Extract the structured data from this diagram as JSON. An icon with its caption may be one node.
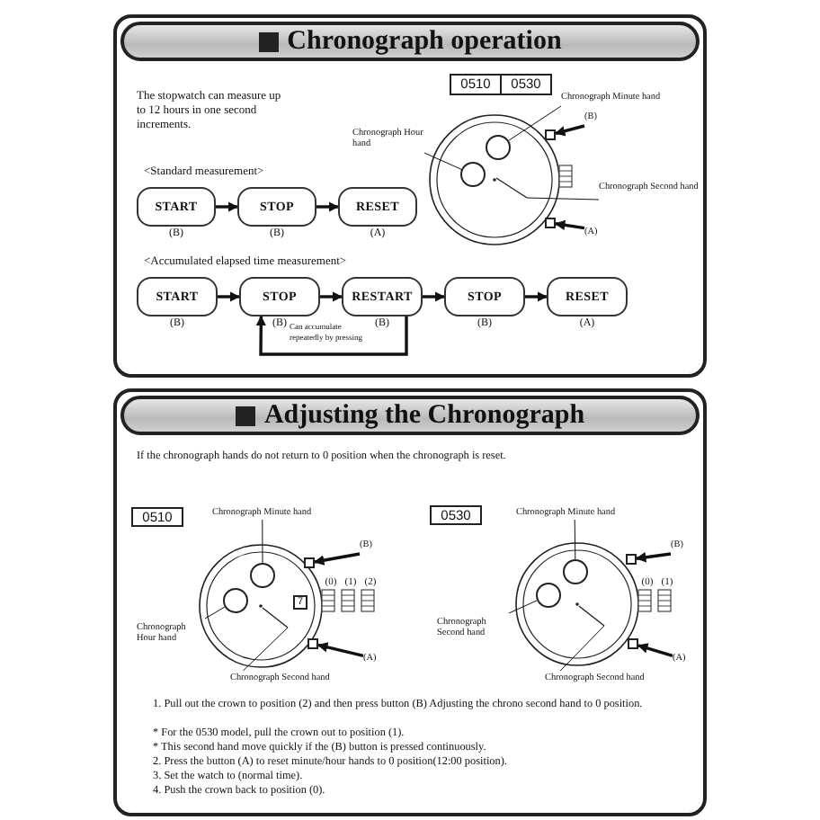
{
  "diagram": {
    "nodes": [
      {
        "text": [
          "Chronograph operation"
        ]
      },
      {
        "text": [
          "0510",
          "0530"
        ],
        "in": 0
      },
      {
        "text": [],
        "shape": "circle",
        "in": 0
      },
      {
        "text": [],
        "shape": "circle",
        "in": 0
      },
      {
        "text": [],
        "shape": "box",
        "in": 0
      },
      {
        "text": [],
        "shape": "box",
        "in": 0
      },
      {
        "text": [
          "Chronograph Minute hand"
        ],
        "in": 0
      },
      {
        "text": [
          "Chronograph Hour hand"
        ],
        "in": 0
      },
      {
        "text": [
          "Chronograph Second hand"
        ],
        "in": 0
      },
      {
        "text": [
          "(B)"
        ],
        "in": 0
      },
      {
        "text": [
          "(A)"
        ],
        "in": 0
      },
      {
        "text": [
          "START"
        ],
        "beside": [
          "(B)"
        ],
        "in": 0
      },
      {
        "text": [
          "STOP"
        ],
        "beside": [
          "(B)"
        ],
        "in": 0
      },
      {
        "text": [
          "RESET"
        ],
        "beside": [
          "(A)"
        ],
        "in": 0
      },
      {
        "text": [
          "START"
        ],
        "beside": [
          "(B)"
        ],
        "in": 0
      },
      {
        "text": [
          "STOP"
        ],
        "beside": [
          "(B)"
        ],
        "in": 0
      },
      {
        "text": [
          "RESTART"
        ],
        "beside": [
          "(B)"
        ],
        "in": 0
      },
      {
        "text": [
          "STOP"
        ],
        "beside": [
          "(B)"
        ],
        "in": 0
      },
      {
        "text": [
          "RESET"
        ],
        "beside": [
          "(A)"
        ],
        "in": 0
      },
      {
        "text": [
          "Adjusting the Chronograph"
        ]
      },
      {
        "text": [
          "0510"
        ],
        "in": 19
      },
      {
        "text": [],
        "shape": "circle",
        "in": 19
      },
      {
        "text": [],
        "shape": "circle",
        "in": 19
      },
      {
        "text": [],
        "shape": "box",
        "in": 19
      },
      {
        "text": [],
        "shape": "box",
        "in": 19
      },
      {
        "text": [
          "Chronograph Minute hand"
        ],
        "in": 19
      },
      {
        "text": [
          "Chronograph Hour hand"
        ],
        "in": 19
      },
      {
        "text": [
          "Chronograph Second hand"
        ],
        "in": 19
      },
      {
        "text": [
          "(B)"
        ],
        "in": 19
      },
      {
        "text": [
          "(A)"
        ],
        "in": 19
      },
      {
        "text": [
          "7"
        ],
        "in": 19
      },
      {
        "text": [
          "0530"
        ],
        "in": 19
      },
      {
        "text": [],
        "shape": "circle",
        "in": 19
      },
      {
        "text": [],
        "shape": "circle",
        "in": 19
      },
      {
        "text": [],
        "shape": "box",
        "in": 19
      },
      {
        "text": [],
        "shape": "box",
        "in": 19
      },
      {
        "text": [
          "Chronograph Minute hand"
        ],
        "in": 19
      },
      {
        "text": [
          "Chronograph Second hand"
        ],
        "in": 19
      },
      {
        "text": [
          "Chronograph Second hand"
        ],
        "in": 19
      },
      {
        "text": [
          "(B)"
        ],
        "in": 19
      },
      {
        "text": [
          "(A)"
        ],
        "in": 19
      },
      {
        "text": [],
        "shape": "bar",
        "in": 0
      },
      {
        "text": [],
        "shape": "bar",
        "in": 19
      },
      {
        "text": [],
        "shape": "bar",
        "in": 19
      }
    ],
    "edges": [
      {
        "from": 6,
        "to": 2,
        "arrow": "none"
      },
      {
        "from": 7,
        "to": 3,
        "arrow": "none"
      },
      {
        "from": 8,
        "to": 41,
        "arrow": "none"
      },
      {
        "from": 9,
        "to": 4,
        "arrow": "to"
      },
      {
        "from": 10,
        "to": 5,
        "arrow": "to"
      },
      {
        "from": 11,
        "to": 12,
        "arrow": "to"
      },
      {
        "from": 12,
        "to": 13,
        "arrow": "to"
      },
      {
        "from": 14,
        "to": 15,
        "arrow": "to"
      },
      {
        "from": 15,
        "to": 16,
        "arrow": "to"
      },
      {
        "from": 16,
        "to": 17,
        "arrow": "to"
      },
      {
        "from": 17,
        "to": 18,
        "arrow": "to"
      },
      {
        "from": 16,
        "to": 15,
        "arrow": "to",
        "label": "Can accumulate repeatedly by pressing"
      },
      {
        "from": 25,
        "to": 21,
        "arrow": "none"
      },
      {
        "from": 26,
        "to": 22,
        "arrow": "none"
      },
      {
        "from": 27,
        "to": 42,
        "arrow": "none"
      },
      {
        "from": 28,
        "to": 23,
        "arrow": "to"
      },
      {
        "from": 29,
        "to": 24,
        "arrow": "to"
      },
      {
        "from": 36,
        "to": 32,
        "arrow": "none"
      },
      {
        "from": 37,
        "to": 33,
        "arrow": "none"
      },
      {
        "from": 38,
        "to": 43,
        "arrow": "none"
      },
      {
        "from": 39,
        "to": 34,
        "arrow": "to"
      },
      {
        "from": 40,
        "to": 35,
        "arrow": "to"
      }
    ],
    "labels": [
      "The stopwatch can measure up to 12 hours in one second increments.",
      "<Standard measurement>",
      "<Accumulated elapsed time measurement>",
      "If the chronograph hands do not return to 0 position when the chronograph is reset.",
      "(0)",
      "(1)",
      "(2)",
      "(0)",
      "(1)",
      "1. Pull out the crown to position (2) and then press button (B) Adjusting the chrono second hand to 0 position.",
      "* For the 0530 model, pull the crown out to position (1).",
      "* This second hand move quickly if the (B) button is pressed continuously.",
      "2. Press the button (A) to reset minute/hour hands to 0 position(12:00 position).",
      "3. Set the watch to (normal time).",
      "4. Push the crown back to position (0)."
    ]
  }
}
